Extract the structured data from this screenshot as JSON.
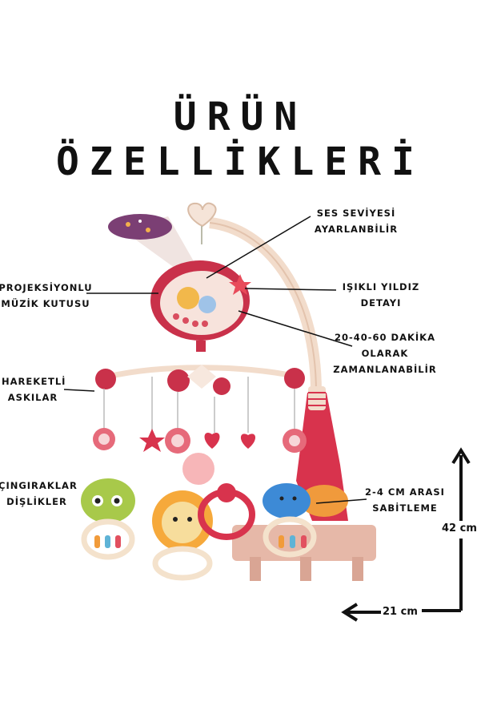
{
  "title": "ÜRÜN ÖZELLİKLERİ",
  "features": {
    "volume": [
      "SES SEVİYESİ",
      "AYARLANBİLİR"
    ],
    "projector": [
      "PROJEKSİYONLU",
      "MÜZİK KUTUSU"
    ],
    "star": [
      "IŞIKLI YILDIZ",
      "DETAYI"
    ],
    "timer": [
      "20-40-60 DAKİKA",
      "OLARAK",
      "ZAMANLANABİLİR"
    ],
    "hangers": [
      "HAREKETLİ",
      "ASKILAR"
    ],
    "rattles": [
      "ÇINGIRAKLAR",
      "DİŞLİKLER"
    ],
    "mount": [
      "2-4 CM ARASI",
      "SABİTLEME"
    ]
  },
  "dimensions": {
    "height": "42 cm",
    "width": "21 cm"
  },
  "colors": {
    "accent": "#c9314a",
    "arm": "#f2dccb",
    "text": "#111111"
  }
}
